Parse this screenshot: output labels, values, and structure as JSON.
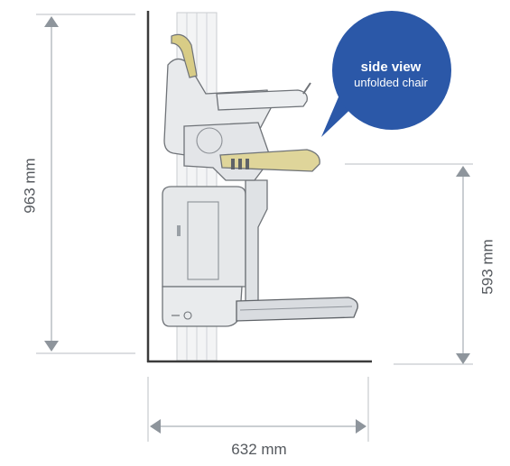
{
  "dimensions": {
    "height_total": "963 mm",
    "seat_height": "593 mm",
    "depth": "632 mm"
  },
  "callout": {
    "title": "side view",
    "subtitle": "unfolded chair"
  },
  "colors": {
    "callout_fill": "#2b58a8",
    "dimension_line": "#b9bec4",
    "arrow_head": "#8e959c",
    "wall_line": "#3b3b3b",
    "chair_body": "#e4e6e8",
    "chair_outline": "#6f7378",
    "armrest_accent": "#d8cc86"
  }
}
